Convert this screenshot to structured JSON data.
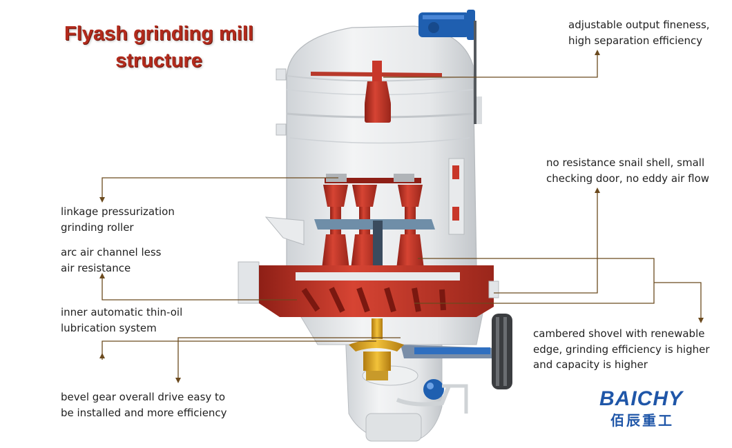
{
  "title": [
    "Flyash grinding mill",
    "structure"
  ],
  "labels": {
    "fineness": [
      "adjustable output fineness,",
      "high separation efficiency"
    ],
    "snail_shell": [
      "no resistance snail shell, small",
      "checking door, no eddy air flow"
    ],
    "roller": [
      "linkage pressurization",
      "grinding roller"
    ],
    "air_channel": [
      "arc air channel less",
      "air resistance"
    ],
    "lubrication": [
      "inner automatic thin-oil",
      "lubrication system"
    ],
    "shovel": [
      "cambered shovel with renewable",
      "edge, grinding efficiency is higher",
      "and capacity is higher"
    ],
    "bevel_gear": [
      "bevel gear overall drive easy to",
      "be installed and more efficiency"
    ]
  },
  "logo": {
    "brand": "BAICHY",
    "chinese": "佰辰重工"
  },
  "colors": {
    "title": "#b22a1c",
    "leader": "#6b4a1e",
    "machine_red": "#c8372a",
    "shell_grey": "#e4e6e8",
    "motor_blue": "#1f5fb0",
    "gear_gold": "#d9a320",
    "logo_blue": "#1f56a8"
  }
}
